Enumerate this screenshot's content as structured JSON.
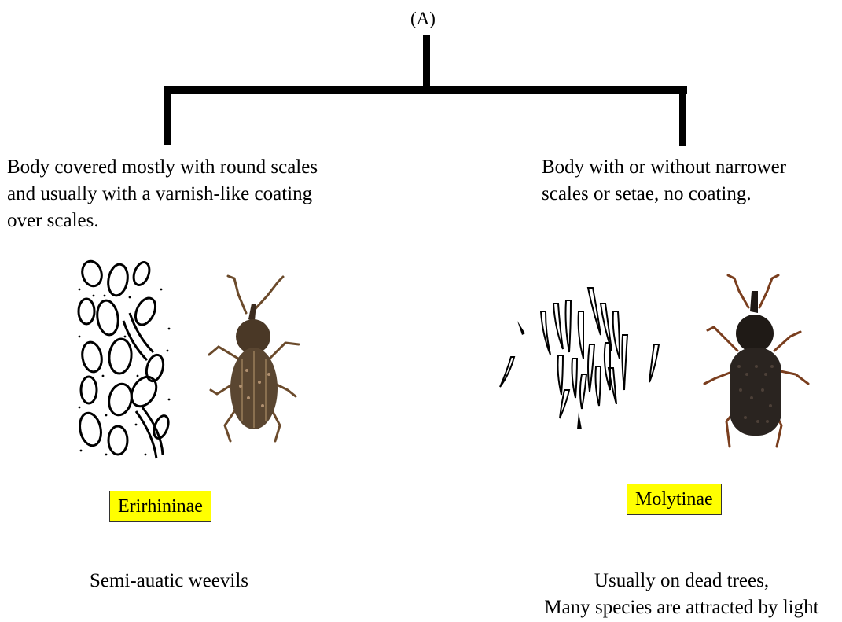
{
  "node_label": "(A)",
  "left": {
    "description": "Body covered mostly with round scales\nand usually with a varnish-like coating\nover scales.",
    "taxon": "Erirhininae",
    "note": "Semi-auatic weevils",
    "scale_type": "round-scales-illustration",
    "photo": "weevil-brown-photo"
  },
  "right": {
    "description": "Body with or without narrower\nscales or setae, no coating.",
    "taxon": "Molytinae",
    "note": "Usually on dead trees,\nMany species are attracted by light",
    "scale_type": "narrow-setae-illustration",
    "photo": "weevil-black-photo"
  },
  "colors": {
    "taxon_highlight": "#ffff00",
    "line": "#000000",
    "weevil_brown": "#5a4631",
    "weevil_black": "#2a2420",
    "legs_orange": "#b86a2a"
  }
}
